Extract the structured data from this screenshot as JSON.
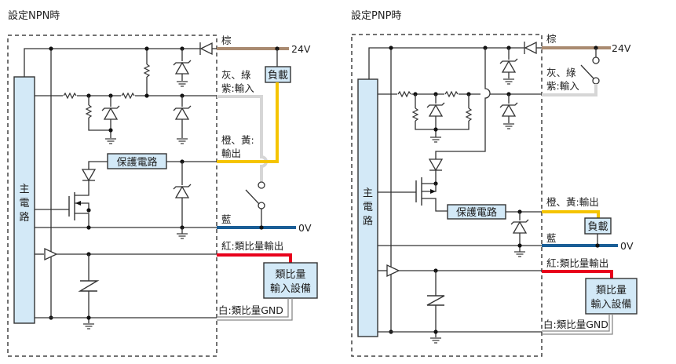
{
  "diagrams": [
    {
      "id": "npn",
      "title": "設定NPN時",
      "main_circuit": [
        "主",
        "電",
        "路"
      ],
      "protection_circuit": "保護電路",
      "load": "負載",
      "analog_device": [
        "類比量",
        "輸入設備"
      ],
      "wires": {
        "brown": "棕",
        "input": [
          "灰、綠",
          "紫:輸入"
        ],
        "output": [
          "橙、黃:",
          "輸出"
        ],
        "blue": "藍",
        "red": "紅:類比量輸出",
        "white": "白:類比量GND"
      },
      "voltages": {
        "plus": "24V",
        "zero": "0V"
      }
    },
    {
      "id": "pnp",
      "title": "設定PNP時",
      "main_circuit": [
        "主",
        "電",
        "路"
      ],
      "protection_circuit": "保護電路",
      "load": "負載",
      "analog_device": [
        "類比量",
        "輸入設備"
      ],
      "wires": {
        "brown": "棕",
        "input": [
          "灰、綠",
          "紫:輸入"
        ],
        "output": [
          "橙、黃:輸出"
        ],
        "blue": "藍",
        "red": "紅:類比量輸出",
        "white": "白:類比量GND"
      },
      "voltages": {
        "plus": "24V",
        "zero": "0V"
      }
    }
  ],
  "colors": {
    "brown_wire": "#a98a70",
    "gray_wire": "#d6d6d6",
    "yellow_wire": "#f5c400",
    "blue_wire": "#1a5e96",
    "red_wire": "#e8001c",
    "white_wire": "#888888",
    "box_fill": "#d3e9f7"
  }
}
